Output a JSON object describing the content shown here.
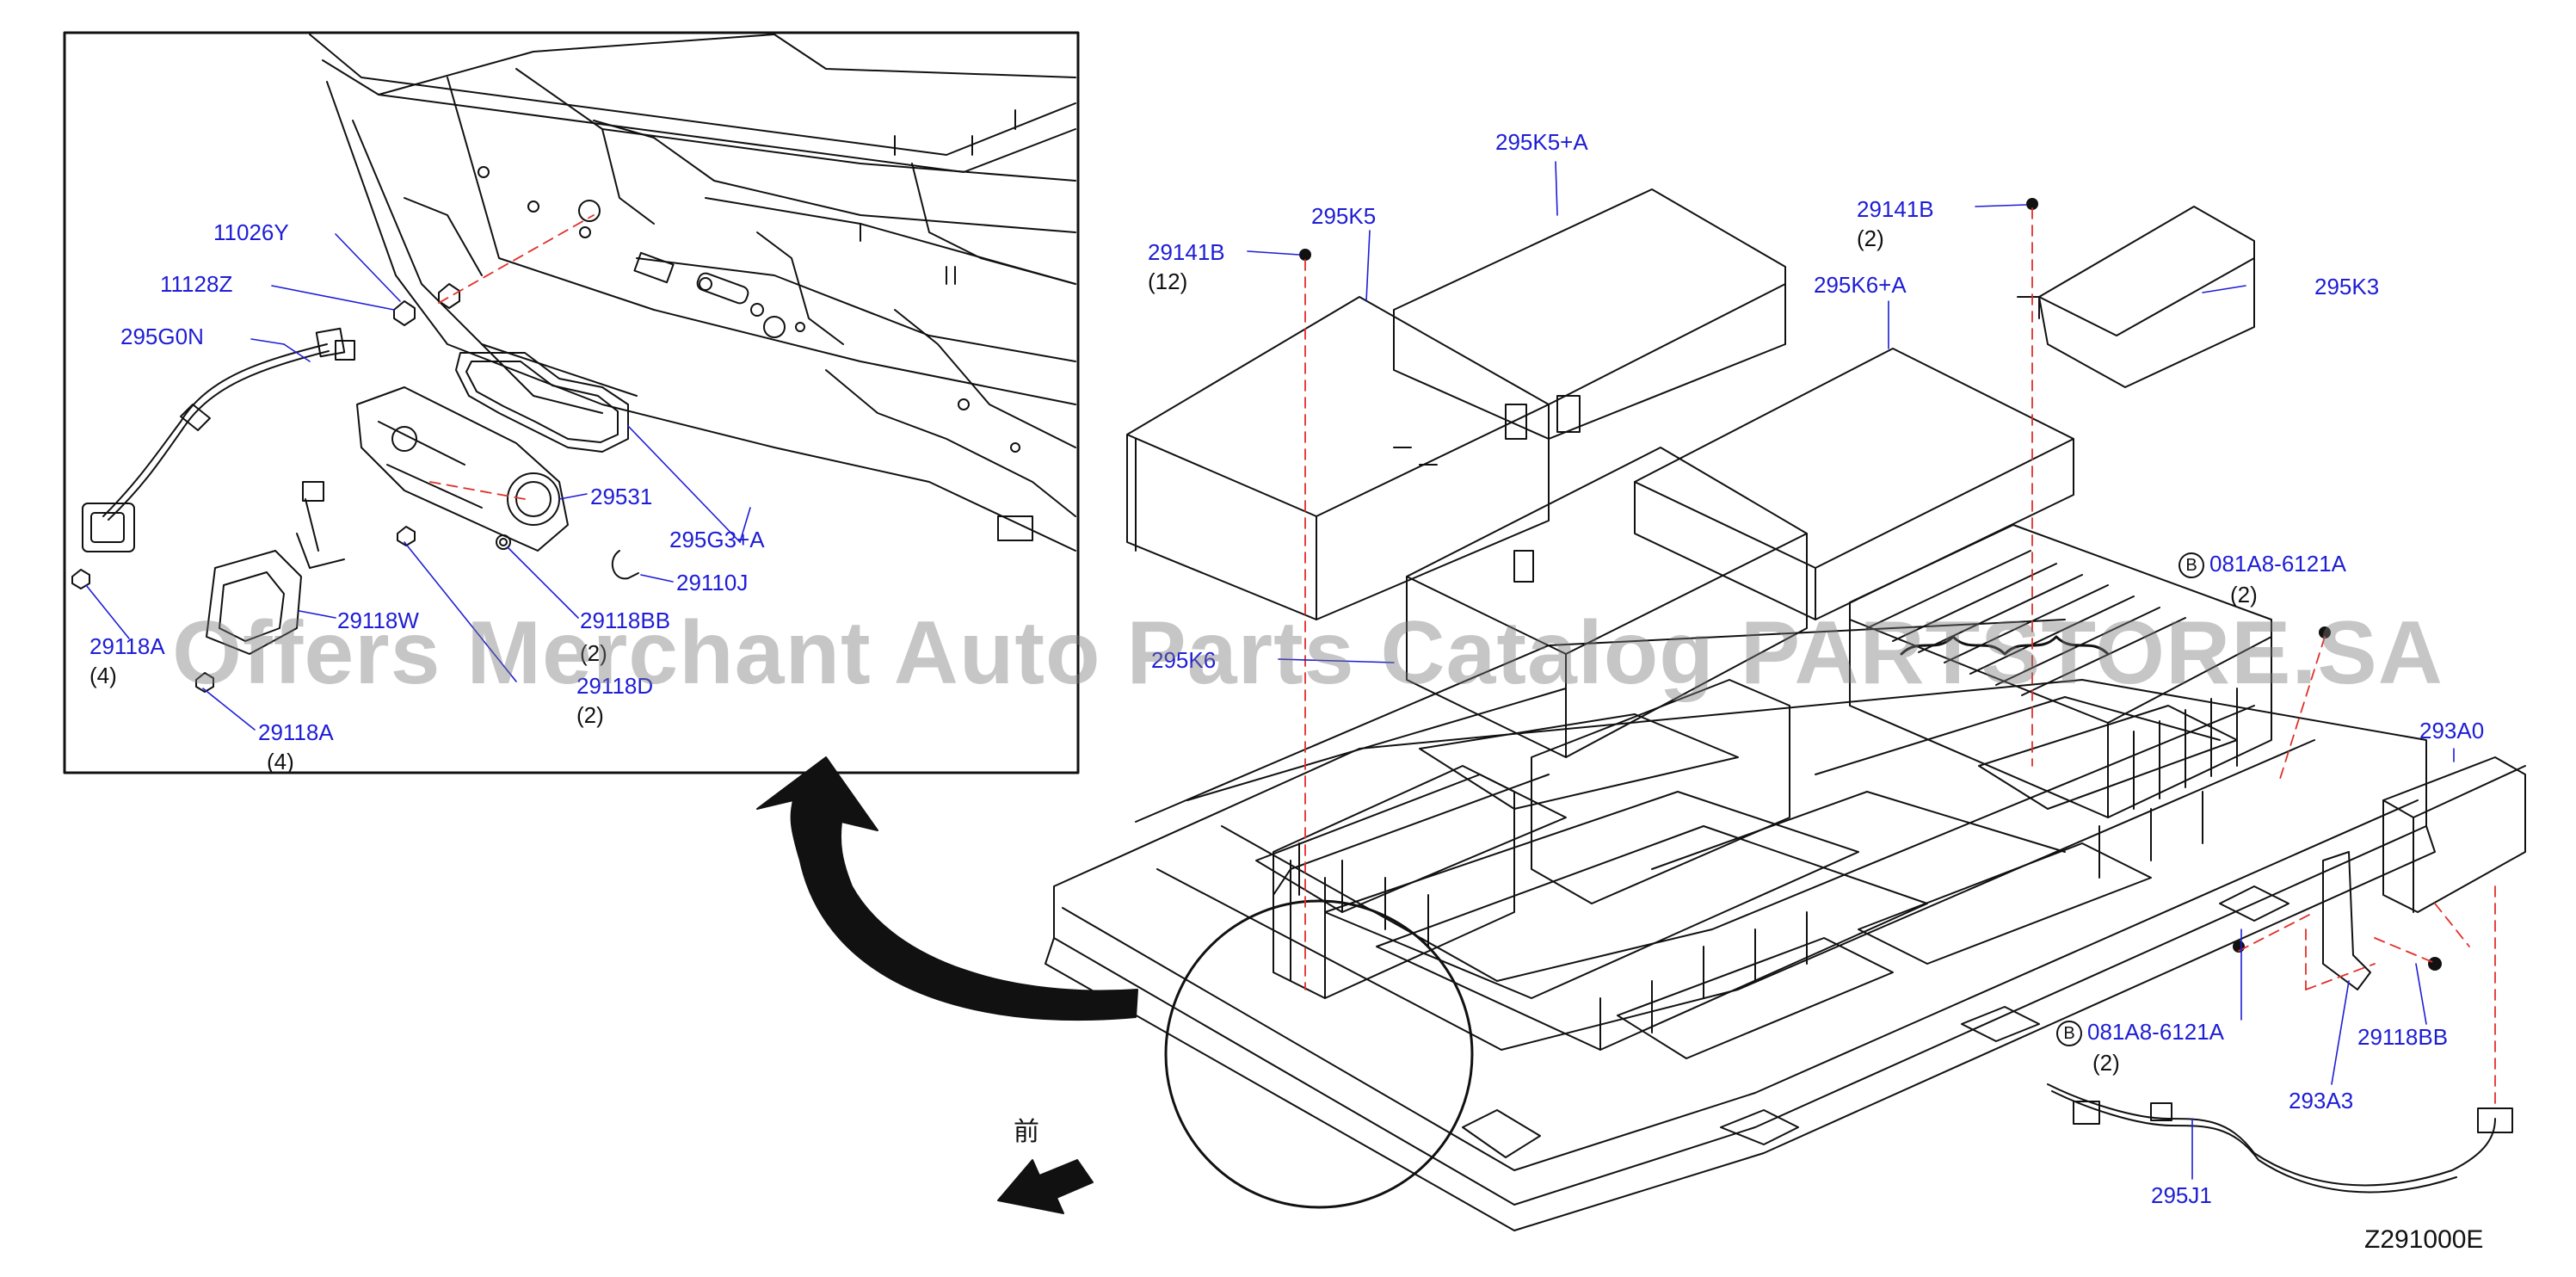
{
  "diagram": {
    "code": "Z291000E",
    "front_mark": "前",
    "watermark": "Offers Merchant Auto Parts Catalog PARTSTORE.SA",
    "inset_labels": [
      {
        "id": "11026y",
        "text": "11026Y"
      },
      {
        "id": "11128z",
        "text": "11128Z"
      },
      {
        "id": "295g0n",
        "text": "295G0N"
      },
      {
        "id": "29531",
        "text": "29531"
      },
      {
        "id": "295g3a",
        "text": "295G3+A"
      },
      {
        "id": "29110j",
        "text": "29110J"
      },
      {
        "id": "29118w",
        "text": "29118W"
      },
      {
        "id": "29118bb-inset",
        "text": "29118BB"
      },
      {
        "id": "29118a-left",
        "text": "29118A"
      },
      {
        "id": "29118d",
        "text": "29118D"
      },
      {
        "id": "29118a-bottom",
        "text": "29118A"
      }
    ],
    "inset_qty": [
      {
        "id": "q-29118a-left",
        "text": "(4)"
      },
      {
        "id": "q-29118bb-inset",
        "text": "(2)"
      },
      {
        "id": "q-29118d",
        "text": "(2)"
      },
      {
        "id": "q-29118a-bottom",
        "text": "(4)"
      }
    ],
    "main_labels": [
      {
        "id": "295k5a",
        "text": "295K5+A"
      },
      {
        "id": "295k5",
        "text": "295K5"
      },
      {
        "id": "29141b-left",
        "text": "29141B"
      },
      {
        "id": "29141b-right",
        "text": "29141B"
      },
      {
        "id": "295k3",
        "text": "295K3"
      },
      {
        "id": "295k6a",
        "text": "295K6+A"
      },
      {
        "id": "295k6",
        "text": "295K6"
      },
      {
        "id": "081a8-upper",
        "text": "081A8-6121A"
      },
      {
        "id": "293a0",
        "text": "293A0"
      },
      {
        "id": "081a8-lower",
        "text": "081A8-6121A"
      },
      {
        "id": "29118bb-main",
        "text": "29118BB"
      },
      {
        "id": "293a3",
        "text": "293A3"
      },
      {
        "id": "295j1",
        "text": "295J1"
      }
    ],
    "main_qty": [
      {
        "id": "q-29141b-left",
        "text": "(12)"
      },
      {
        "id": "q-29141b-right",
        "text": "(2)"
      },
      {
        "id": "q-081a8-upper",
        "text": "(2)"
      },
      {
        "id": "q-081a8-lower",
        "text": "(2)"
      }
    ],
    "bolt_marker": "B",
    "colors": {
      "callout": "#1d1dd6",
      "line": "#111111",
      "leader": "#e0302a"
    }
  }
}
